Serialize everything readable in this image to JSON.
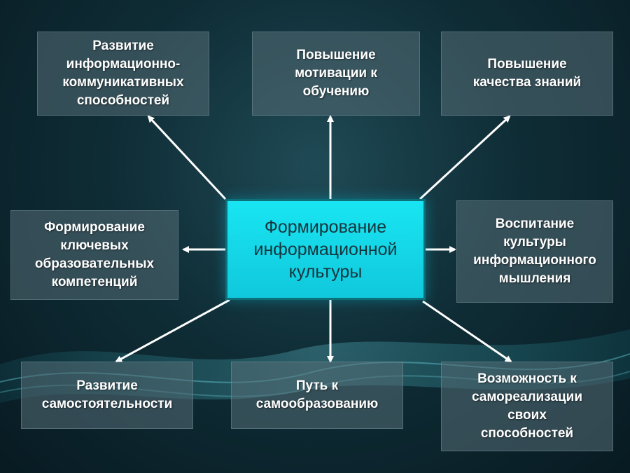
{
  "diagram": {
    "center": {
      "label": "Формирование\nинформационной\nкультуры"
    },
    "nodes": [
      {
        "id": "top-left",
        "label": "Развитие\nинформационно-\nкоммуникативных\nспособностей"
      },
      {
        "id": "top-center",
        "label": "Повышение\nмотивации к\nобучению"
      },
      {
        "id": "top-right",
        "label": "Повышение\nкачества знаний"
      },
      {
        "id": "middle-left",
        "label": "Формирование\nключевых\nобразовательных\nкомпетенций"
      },
      {
        "id": "middle-right",
        "label": "Воспитание\nкультуры\nинформационного\nмышления"
      },
      {
        "id": "bottom-left",
        "label": "Развитие\nсамостоятельности"
      },
      {
        "id": "bottom-center",
        "label": "Путь к\nсамообразованию"
      },
      {
        "id": "bottom-right",
        "label": "Возможность к\nсамореализации\nсвоих\nспособностей"
      }
    ],
    "colors": {
      "center_fill": "#19e5f2",
      "node_fill": "#556e76",
      "arrow": "#ffffff",
      "background": "#0f2d36"
    }
  }
}
